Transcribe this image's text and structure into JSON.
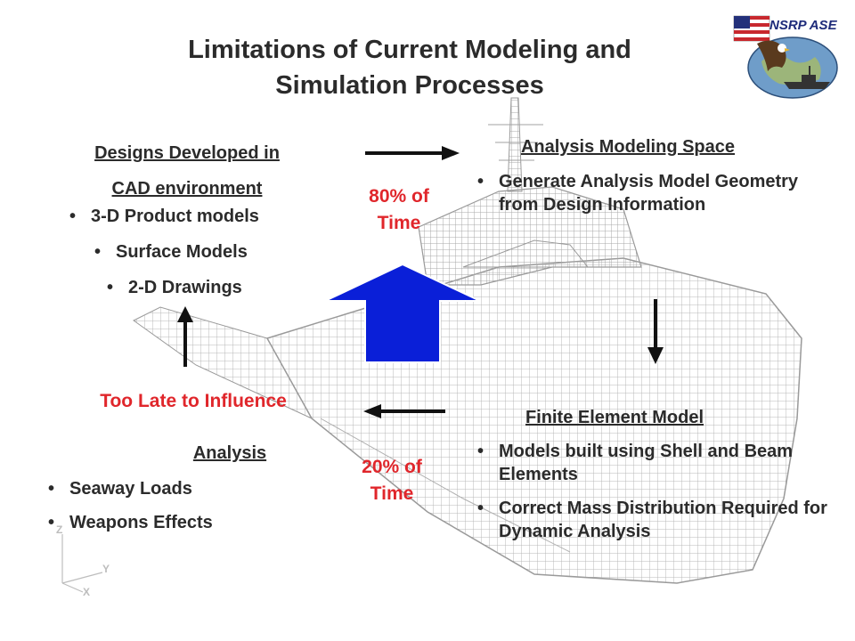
{
  "title": {
    "line1": "Limitations of Current Modeling and",
    "line2": "Simulation Processes"
  },
  "logo": {
    "text": "NSRP ASE",
    "icon": "usa-flag-eagle-globe-ship-logo"
  },
  "design": {
    "heading_line1": "Designs Developed in",
    "heading_line2": "CAD environment",
    "items": [
      "3-D Product models",
      "Surface Models",
      "2-D Drawings"
    ]
  },
  "analysis_space": {
    "heading": "Analysis Modeling Space",
    "items": [
      "Generate Analysis Model Geometry  from Design Information"
    ]
  },
  "fem": {
    "heading": "Finite Element Model",
    "items": [
      "Models built using Shell and Beam Elements",
      "Correct Mass Distribution Required for Dynamic Analysis"
    ]
  },
  "analysis": {
    "heading": "Analysis",
    "items": [
      "Seaway Loads",
      "Weapons Effects"
    ]
  },
  "labels": {
    "too_late": "Too Late to Influence",
    "time80_line1": "80% of",
    "time80_line2": "Time",
    "time20_line1": "20% of",
    "time20_line2": "Time"
  },
  "axis_triad": {
    "z": "Z",
    "y": "Y",
    "x": "X"
  },
  "colors": {
    "text": "#2b2b2b",
    "red": "#e0262b",
    "big_arrow_fill": "#0a1fd8",
    "mesh": "#bdbdbd"
  },
  "icons": {
    "ship": "finite-element-ship-mesh",
    "big_arrow": "large-blue-up-arrow",
    "arrow_right": "right-arrow",
    "arrow_down": "down-arrow",
    "arrow_left": "left-arrow",
    "arrow_up": "up-arrow"
  }
}
